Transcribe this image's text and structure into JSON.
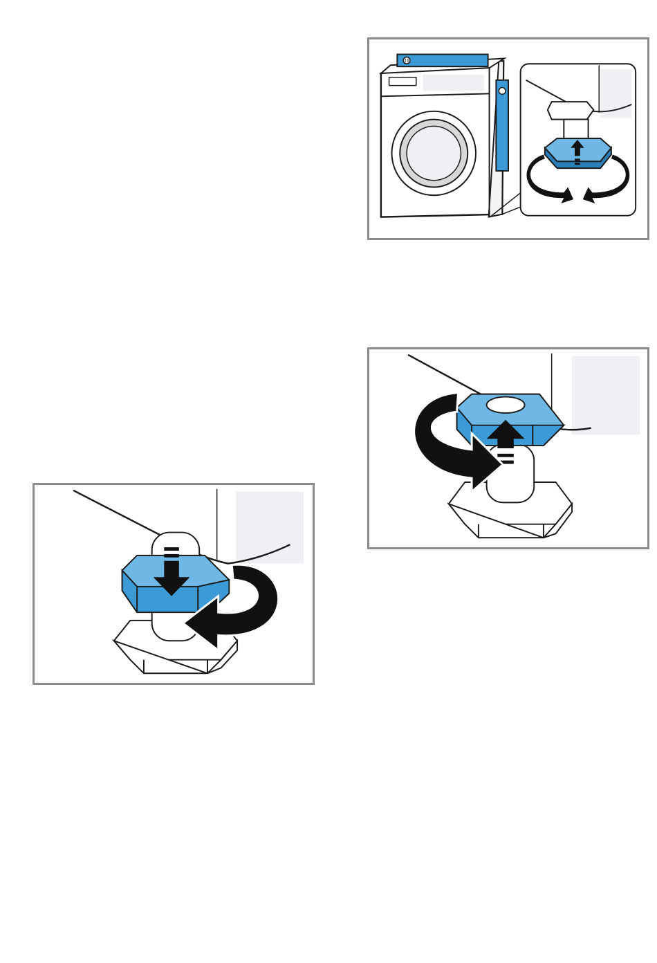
{
  "figures": [
    {
      "id": "level-check",
      "description_visible": false
    },
    {
      "id": "raise-foot",
      "description_visible": false
    },
    {
      "id": "lower-foot",
      "description_visible": false
    }
  ],
  "colors": {
    "accent_blue": "#3c9ad6",
    "accent_blue_light": "#6fb7e4",
    "accent_blue_dark": "#2a7fb8",
    "frame_gray": "#8c8c8c",
    "outline": "#1a1a1a",
    "panel_light": "#eef0f3",
    "arrow_black": "#111111"
  },
  "icons": [
    "washing-machine-icon",
    "spirit-level-icon",
    "adjustable-foot-icon",
    "rotate-arrow-icon",
    "up-arrow-icon",
    "down-arrow-icon"
  ]
}
